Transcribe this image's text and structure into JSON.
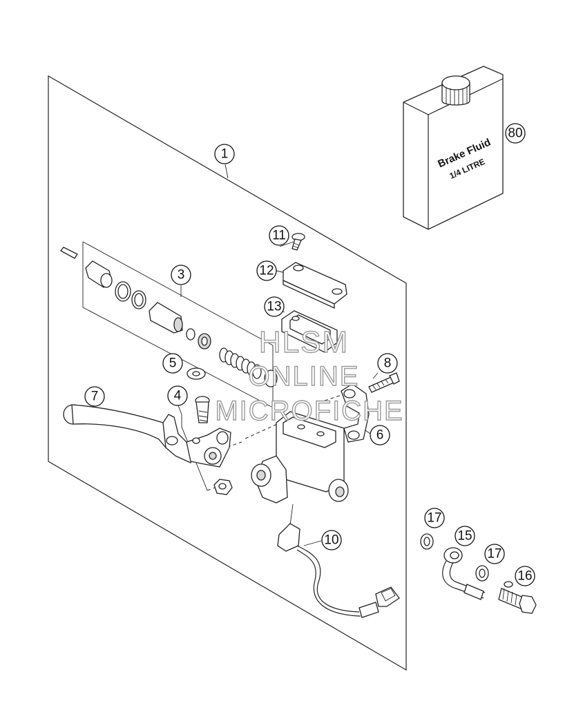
{
  "bottle": {
    "line1": "Brake Fluid",
    "line2": "1/4 LITRE"
  },
  "callouts": [
    {
      "id": "callout-1",
      "label": "1"
    },
    {
      "id": "callout-3",
      "label": "3"
    },
    {
      "id": "callout-4",
      "label": "4"
    },
    {
      "id": "callout-5",
      "label": "5"
    },
    {
      "id": "callout-6",
      "label": "6"
    },
    {
      "id": "callout-7",
      "label": "7"
    },
    {
      "id": "callout-8",
      "label": "8"
    },
    {
      "id": "callout-10",
      "label": "10"
    },
    {
      "id": "callout-11",
      "label": "11"
    },
    {
      "id": "callout-12",
      "label": "12"
    },
    {
      "id": "callout-13",
      "label": "13"
    },
    {
      "id": "callout-15",
      "label": "15"
    },
    {
      "id": "callout-16",
      "label": "16"
    },
    {
      "id": "callout-17a",
      "label": "17"
    },
    {
      "id": "callout-17b",
      "label": "17"
    },
    {
      "id": "callout-80",
      "label": "80"
    }
  ],
  "watermark": {
    "line1": "HLSM",
    "line2": "ONLINE",
    "line3": "MICROFICHE"
  }
}
